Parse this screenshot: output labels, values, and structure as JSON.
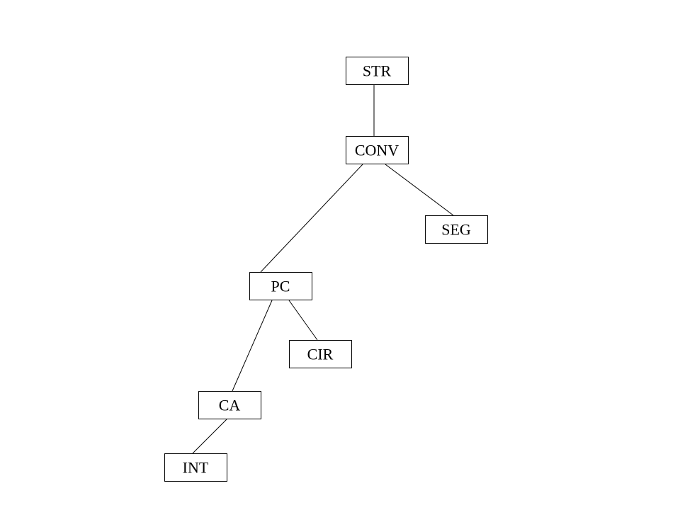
{
  "diagram": {
    "type": "tree",
    "nodes": [
      {
        "id": "str",
        "label": "STR"
      },
      {
        "id": "conv",
        "label": "CONV"
      },
      {
        "id": "seg",
        "label": "SEG"
      },
      {
        "id": "pc",
        "label": "PC"
      },
      {
        "id": "cir",
        "label": "CIR"
      },
      {
        "id": "ca",
        "label": "CA"
      },
      {
        "id": "int",
        "label": "INT"
      }
    ],
    "edges": [
      {
        "from": "str",
        "to": "conv"
      },
      {
        "from": "conv",
        "to": "pc"
      },
      {
        "from": "conv",
        "to": "seg"
      },
      {
        "from": "pc",
        "to": "ca"
      },
      {
        "from": "pc",
        "to": "cir"
      },
      {
        "from": "ca",
        "to": "int"
      }
    ]
  }
}
